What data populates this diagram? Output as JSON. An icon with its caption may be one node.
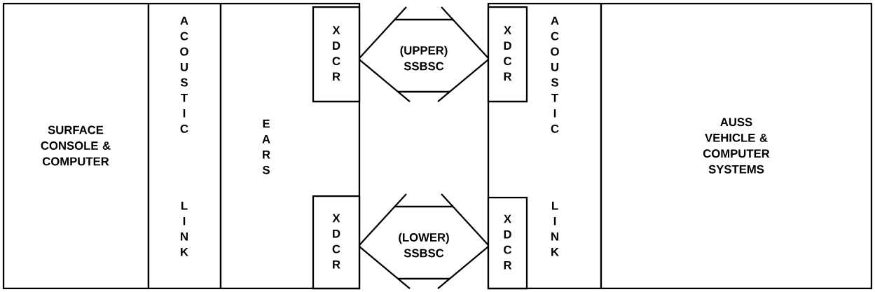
{
  "diagram": {
    "nodes": [
      {
        "text": [
          "SURFACE CONSOLE & COMPUTER"
        ]
      },
      {
        "text": [
          "ACOUSTIC LINK"
        ]
      },
      {
        "text": [
          "EARS"
        ]
      },
      {
        "text": [
          "XDCR"
        ],
        "in": 2
      },
      {
        "text": [
          "XDCR"
        ],
        "in": 2
      },
      {
        "text": [
          "(UPPER) SSBSC"
        ]
      },
      {
        "text": [
          "(LOWER) SSBSC"
        ]
      },
      {
        "text": [
          "ACOUSTIC LINK"
        ]
      },
      {
        "text": [
          "XDCR"
        ],
        "in": 7
      },
      {
        "text": [
          "XDCR"
        ],
        "in": 7
      },
      {
        "text": [
          "AUSS VEHICLE & COMPUTER SYSTEMS"
        ]
      }
    ]
  }
}
